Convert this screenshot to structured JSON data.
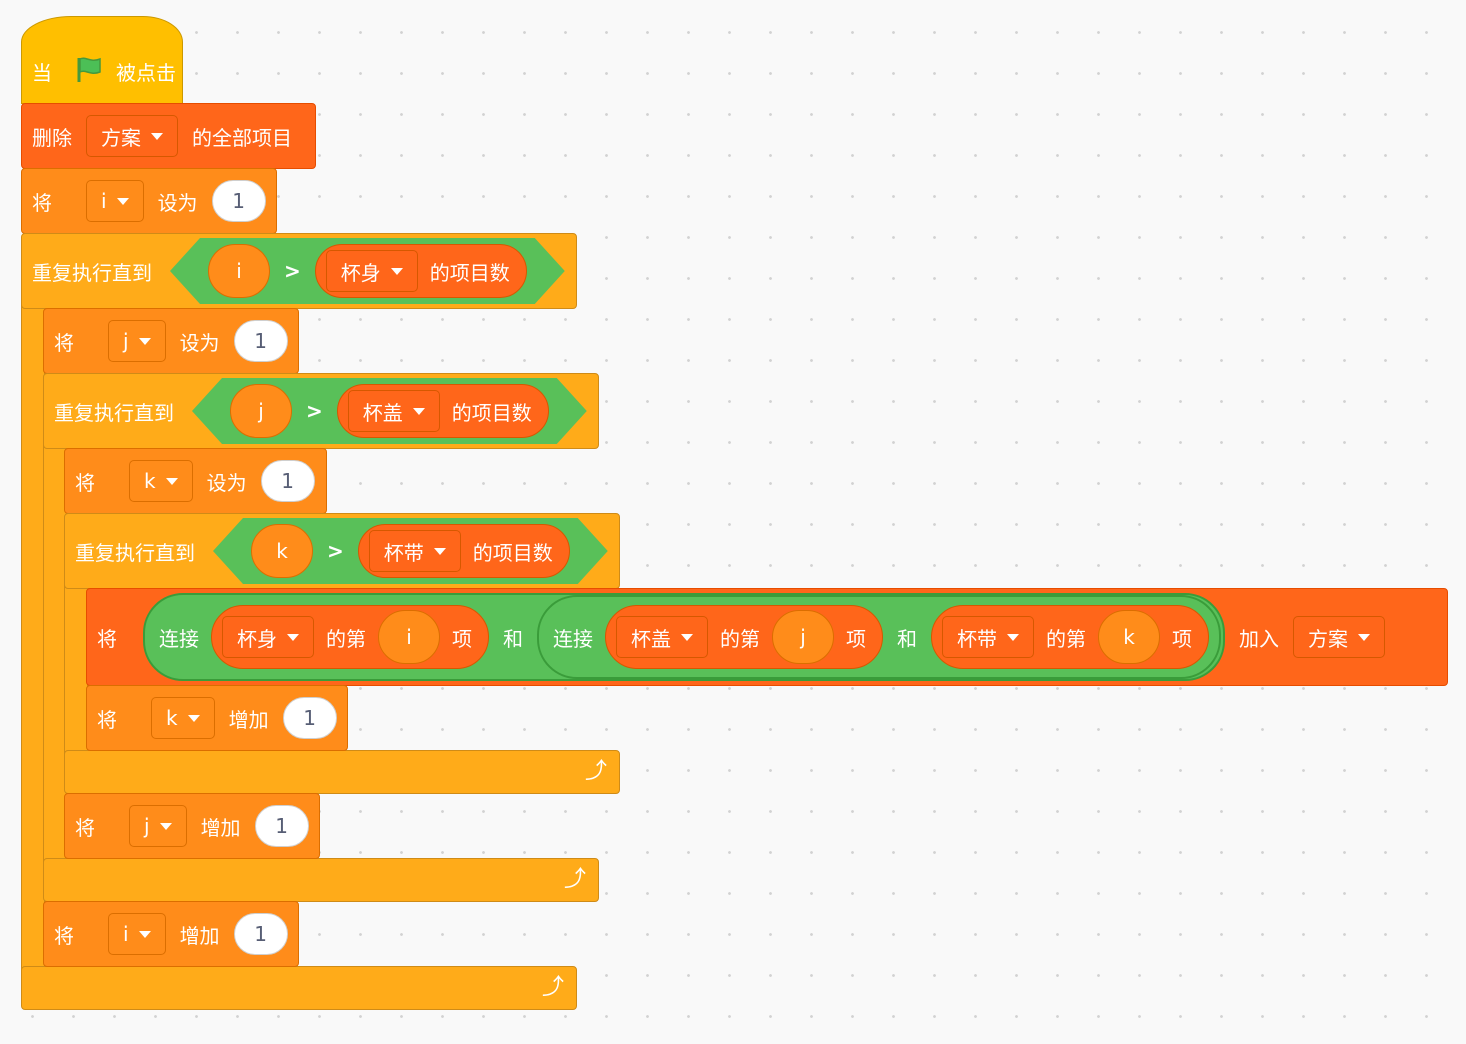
{
  "hat": {
    "when": "当",
    "clicked": "被点击",
    "flag_icon": "green-flag-icon"
  },
  "delete_all": {
    "prefix": "删除",
    "list": "方案",
    "suffix": "的全部项目"
  },
  "set_i": {
    "label": "将",
    "var": "i",
    "mid": "设为",
    "value": "1"
  },
  "loop_i": {
    "label": "重复执行直到",
    "var": "i",
    "op": ">",
    "list": "杯身",
    "suffix": "的项目数"
  },
  "set_j": {
    "label": "将",
    "var": "j",
    "mid": "设为",
    "value": "1"
  },
  "loop_j": {
    "label": "重复执行直到",
    "var": "j",
    "op": ">",
    "list": "杯盖",
    "suffix": "的项目数"
  },
  "set_k": {
    "label": "将",
    "var": "k",
    "mid": "设为",
    "value": "1"
  },
  "loop_k": {
    "label": "重复执行直到",
    "var": "k",
    "op": ">",
    "list": "杯带",
    "suffix": "的项目数"
  },
  "add_to_list": {
    "label": "将",
    "join": "连接",
    "part1": {
      "list": "杯身",
      "nth": "的第",
      "var": "i",
      "item": "项"
    },
    "and": "和",
    "part2": {
      "list": "杯盖",
      "nth": "的第",
      "var": "j",
      "item": "项"
    },
    "part3": {
      "list": "杯带",
      "nth": "的第",
      "var": "k",
      "item": "项"
    },
    "add_label": "加入",
    "target": "方案"
  },
  "change_k": {
    "label": "将",
    "var": "k",
    "mid": "增加",
    "value": "1"
  },
  "change_j": {
    "label": "将",
    "var": "j",
    "mid": "增加",
    "value": "1"
  },
  "change_i": {
    "label": "将",
    "var": "i",
    "mid": "增加",
    "value": "1"
  },
  "loop_arrow": "⤴",
  "colors": {
    "control": "#ffab19",
    "data": "#ff8c1a",
    "list": "#ff661a",
    "event": "#ffbf00",
    "operator": "#59c059"
  }
}
